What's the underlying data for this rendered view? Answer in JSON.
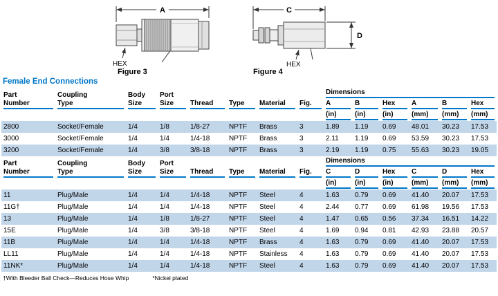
{
  "figures": {
    "fig3": {
      "caption": "Figure 3",
      "dim_top_label": "A",
      "hex_label": "HEX"
    },
    "fig4": {
      "caption": "Figure 4",
      "dim_top_label": "C",
      "dim_side_label": "D",
      "hex_label": "HEX"
    }
  },
  "section_title": "Female End Connections",
  "table": {
    "col_headers": [
      "Part\nNumber",
      "Coupling\nType",
      "Body\nSize",
      "Port\nSize",
      "Thread",
      "Type",
      "Material",
      "Fig."
    ],
    "dimensions_label": "Dimensions",
    "section1": {
      "dim_headers": [
        "A",
        "B",
        "Hex",
        "A",
        "B",
        "Hex"
      ],
      "units": [
        "(in)",
        "(in)",
        "(in)",
        "(mm)",
        "(mm)",
        "(mm)"
      ],
      "rows": [
        [
          "2800",
          "Socket/Female",
          "1/4",
          "1/8",
          "1/8-27",
          "NPTF",
          "Brass",
          "3",
          "1.89",
          "1.19",
          "0.69",
          "48.01",
          "30.23",
          "17.53"
        ],
        [
          "3000",
          "Socket/Female",
          "1/4",
          "1/4",
          "1/4-18",
          "NPTF",
          "Brass",
          "3",
          "2.11",
          "1.19",
          "0.69",
          "53.59",
          "30.23",
          "17.53"
        ],
        [
          "3200",
          "Socket/Female",
          "1/4",
          "3/8",
          "3/8-18",
          "NPTF",
          "Brass",
          "3",
          "2.19",
          "1.19",
          "0.75",
          "55.63",
          "30.23",
          "19.05"
        ]
      ]
    },
    "section2": {
      "dim_headers": [
        "C",
        "D",
        "Hex",
        "C",
        "D",
        "Hex"
      ],
      "units": [
        "(in)",
        "(in)",
        "(in)",
        "(mm)",
        "(mm)",
        "(mm)"
      ],
      "rows": [
        [
          "11",
          "Plug/Male",
          "1/4",
          "1/4",
          "1/4-18",
          "NPTF",
          "Steel",
          "4",
          "1.63",
          "0.79",
          "0.69",
          "41.40",
          "20.07",
          "17.53"
        ],
        [
          "11G†",
          "Plug/Male",
          "1/4",
          "1/4",
          "1/4-18",
          "NPTF",
          "Steel",
          "4",
          "2.44",
          "0.77",
          "0.69",
          "61.98",
          "19.56",
          "17.53"
        ],
        [
          "13",
          "Plug/Male",
          "1/4",
          "1/8",
          "1/8-27",
          "NPTF",
          "Steel",
          "4",
          "1.47",
          "0.65",
          "0.56",
          "37.34",
          "16.51",
          "14.22"
        ],
        [
          "15E",
          "Plug/Male",
          "1/4",
          "3/8",
          "3/8-18",
          "NPTF",
          "Steel",
          "4",
          "1.69",
          "0.94",
          "0.81",
          "42.93",
          "23.88",
          "20.57"
        ],
        [
          "11B",
          "Plug/Male",
          "1/4",
          "1/4",
          "1/4-18",
          "NPTF",
          "Brass",
          "4",
          "1.63",
          "0.79",
          "0.69",
          "41.40",
          "20.07",
          "17.53"
        ],
        [
          "LL11",
          "Plug/Male",
          "1/4",
          "1/4",
          "1/4-18",
          "NPTF",
          "Stainless",
          "4",
          "1.63",
          "0.79",
          "0.69",
          "41.40",
          "20.07",
          "17.53"
        ],
        [
          "11NK*",
          "Plug/Male",
          "1/4",
          "1/4",
          "1/4-18",
          "NPTF",
          "Steel",
          "4",
          "1.63",
          "0.79",
          "0.69",
          "41.40",
          "20.07",
          "17.53"
        ]
      ]
    }
  },
  "footnote": {
    "note1": "†With Bleeder Ball Check—Reduces Hose Whip",
    "note2": "*Nickel plated"
  },
  "colors": {
    "accent_blue": "#0077C8",
    "row_highlight": "#C2D6EA"
  }
}
